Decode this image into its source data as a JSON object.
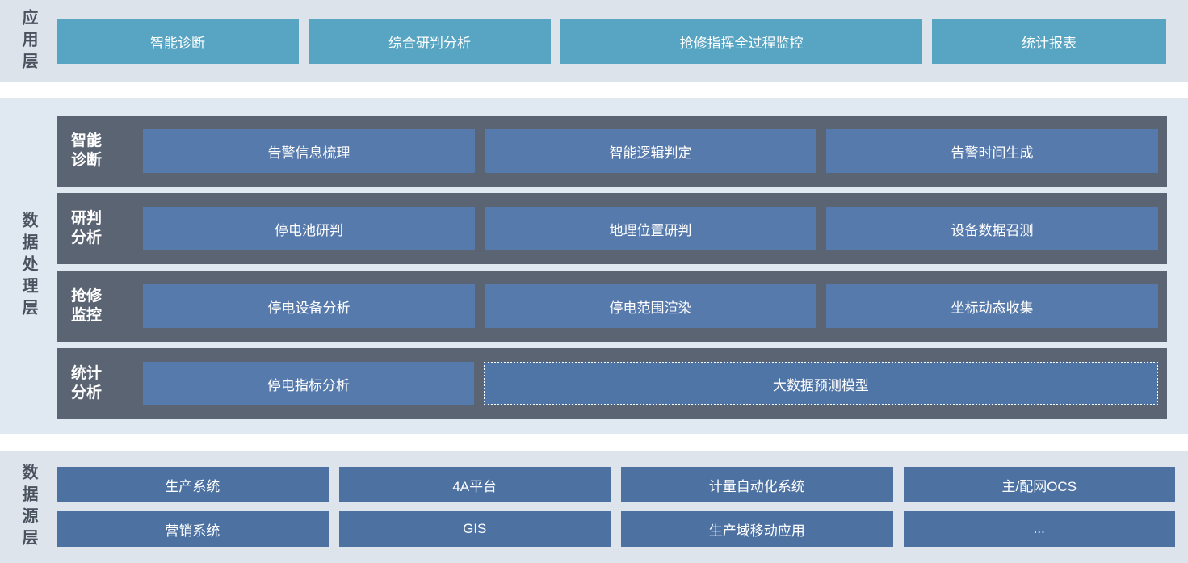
{
  "colors": {
    "app_button": "#58a5c3",
    "processing_row_bg": "#5b6473",
    "processing_button": "#567aab",
    "dashed_button": "#4f74a6",
    "source_button": "#4d72a2",
    "band_app_bg": "#dce3ea",
    "band_processing_bg": "#e0e9f1",
    "band_source_bg": "#dee4eb",
    "layer_label_text": "#49525e",
    "box_text": "#ffffff"
  },
  "app_layer": {
    "label": "应用层",
    "buttons": [
      "智能诊断",
      "综合研判分析",
      "抢修指挥全过程监控",
      "统计报表"
    ]
  },
  "processing_layer": {
    "label": "数据处理层",
    "rows": [
      {
        "label": "智能诊断",
        "buttons": [
          "告警信息梳理",
          "智能逻辑判定",
          "告警时间生成"
        ]
      },
      {
        "label": "研判分析",
        "buttons": [
          "停电池研判",
          "地理位置研判",
          "设备数据召测"
        ]
      },
      {
        "label": "抢修监控",
        "buttons": [
          "停电设备分析",
          "停电范围渲染",
          "坐标动态收集"
        ]
      },
      {
        "label": "统计分析",
        "buttons": [
          "停电指标分析"
        ],
        "dashed_button": "大数据预测模型"
      }
    ]
  },
  "source_layer": {
    "label": "数据源层",
    "rows": [
      [
        "生产系统",
        "4A平台",
        "计量自动化系统",
        "主/配网OCS"
      ],
      [
        "营销系统",
        "GIS",
        "生产域移动应用",
        "..."
      ]
    ]
  }
}
